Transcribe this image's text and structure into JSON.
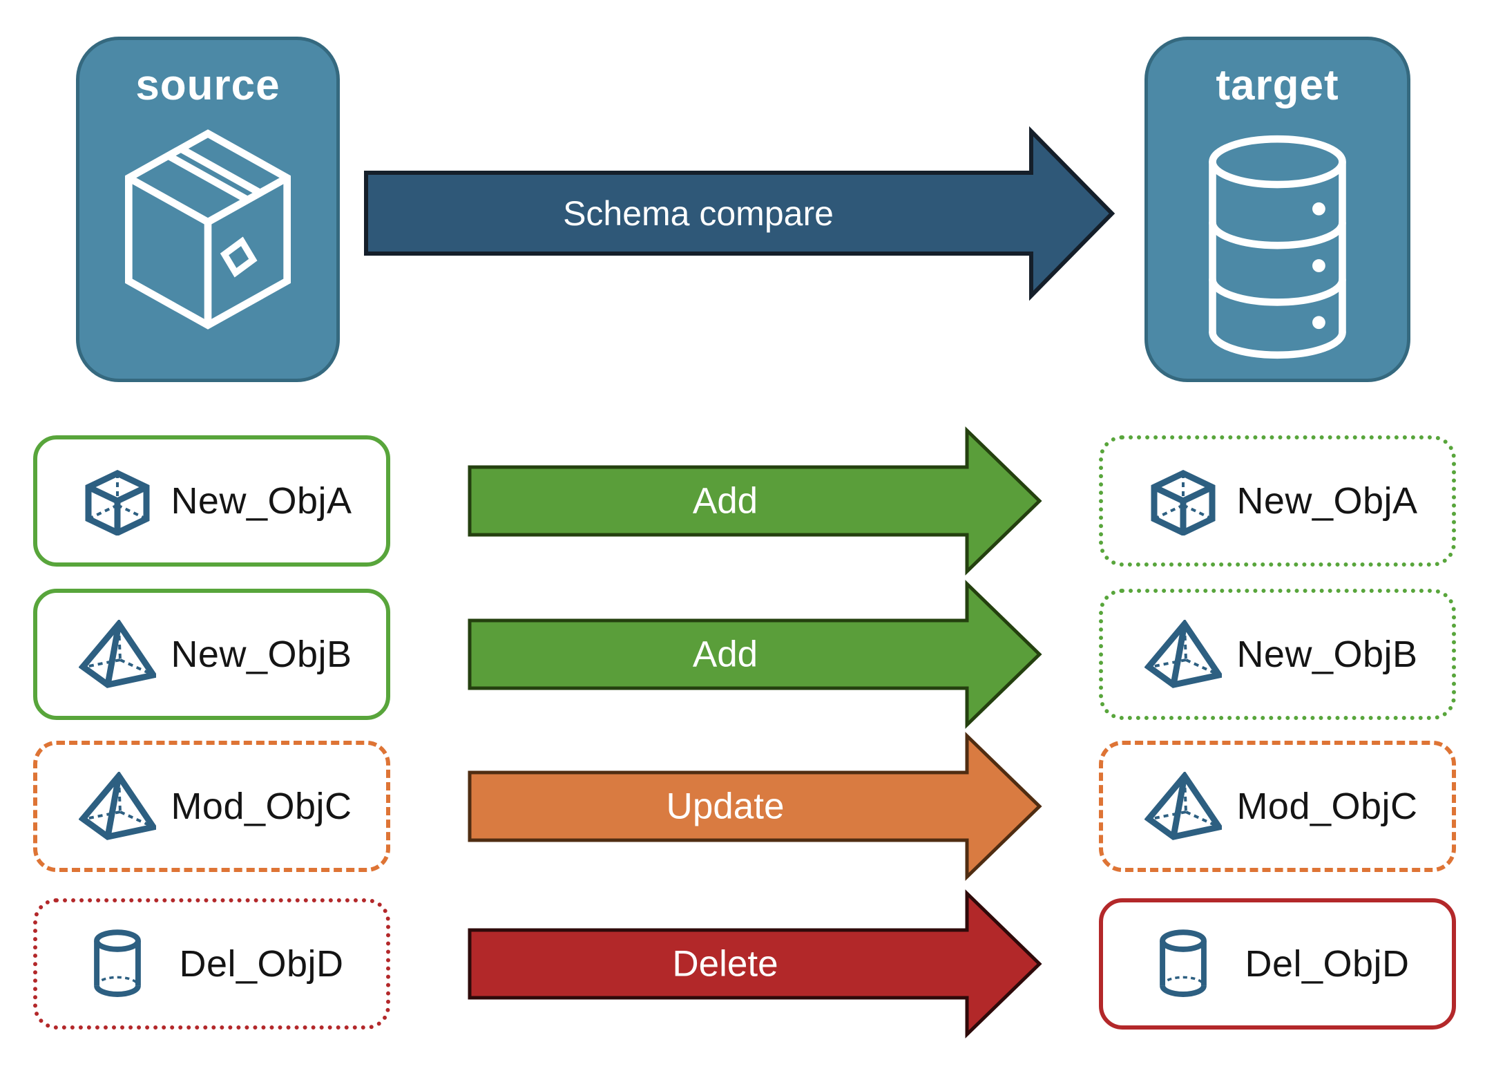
{
  "source_card": {
    "title": "source",
    "fill": "#4c89a6",
    "border": "#35697f",
    "icon": "package-icon"
  },
  "target_card": {
    "title": "target",
    "fill": "#4c89a6",
    "border": "#35697f",
    "icon": "database-icon"
  },
  "schema_arrow": {
    "label": "Schema compare",
    "fill": "#2f5878",
    "stroke": "#151f2a",
    "text_color": "#ffffff"
  },
  "colors": {
    "icon_blue": "#2d5f81",
    "card_icon_white": "#ffffff",
    "label_text": "#141414",
    "green": "#58a53b",
    "orange": "#de7435",
    "red": "#b3282a"
  },
  "rows": [
    {
      "left": {
        "label": "New_ObjA",
        "icon": "cube-icon",
        "border_color": "#58a53b",
        "border_style": "solid"
      },
      "arrow": {
        "label": "Add",
        "fill": "#5a9e3a",
        "stroke": "#24400f"
      },
      "right": {
        "label": "New_ObjA",
        "icon": "cube-icon",
        "border_color": "#58a53b",
        "border_style": "dotted"
      }
    },
    {
      "left": {
        "label": "New_ObjB",
        "icon": "pyramid-icon",
        "border_color": "#58a53b",
        "border_style": "solid"
      },
      "arrow": {
        "label": "Add",
        "fill": "#5a9e3a",
        "stroke": "#24400f"
      },
      "right": {
        "label": "New_ObjB",
        "icon": "pyramid-icon",
        "border_color": "#58a53b",
        "border_style": "dotted"
      }
    },
    {
      "left": {
        "label": "Mod_ObjC",
        "icon": "pyramid-icon",
        "border_color": "#de7435",
        "border_style": "dashed"
      },
      "arrow": {
        "label": "Update",
        "fill": "#d97b41",
        "stroke": "#4f2d12"
      },
      "right": {
        "label": "Mod_ObjC",
        "icon": "pyramid-icon",
        "border_color": "#de7435",
        "border_style": "dashed"
      }
    },
    {
      "left": {
        "label": "Del_ObjD",
        "icon": "cylinder-icon",
        "border_color": "#b3282a",
        "border_style": "dotted"
      },
      "arrow": {
        "label": "Delete",
        "fill": "#b22829",
        "stroke": "#2e0a0a"
      },
      "right": {
        "label": "Del_ObjD",
        "icon": "cylinder-icon",
        "border_color": "#b3282a",
        "border_style": "solid"
      }
    }
  ]
}
